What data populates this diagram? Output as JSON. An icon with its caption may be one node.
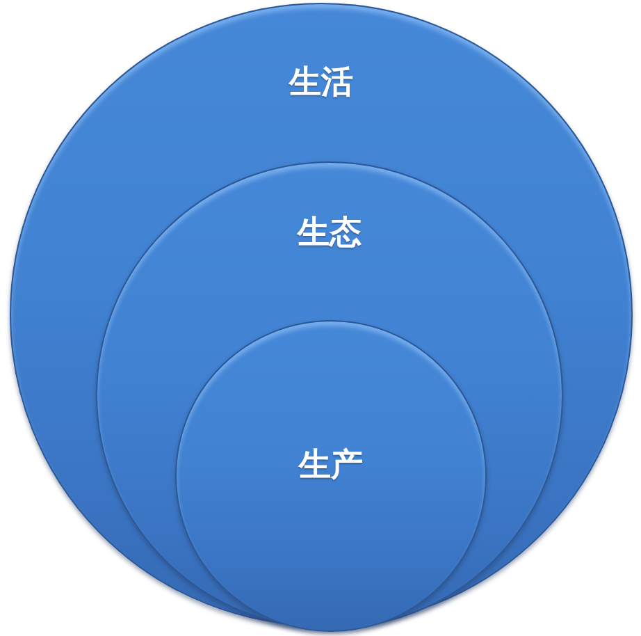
{
  "diagram": {
    "nodes": [
      {
        "text": [
          "生活"
        ]
      },
      {
        "text": [
          "生态"
        ],
        "in": 0
      },
      {
        "text": [
          "生产"
        ],
        "in": 1
      }
    ]
  }
}
